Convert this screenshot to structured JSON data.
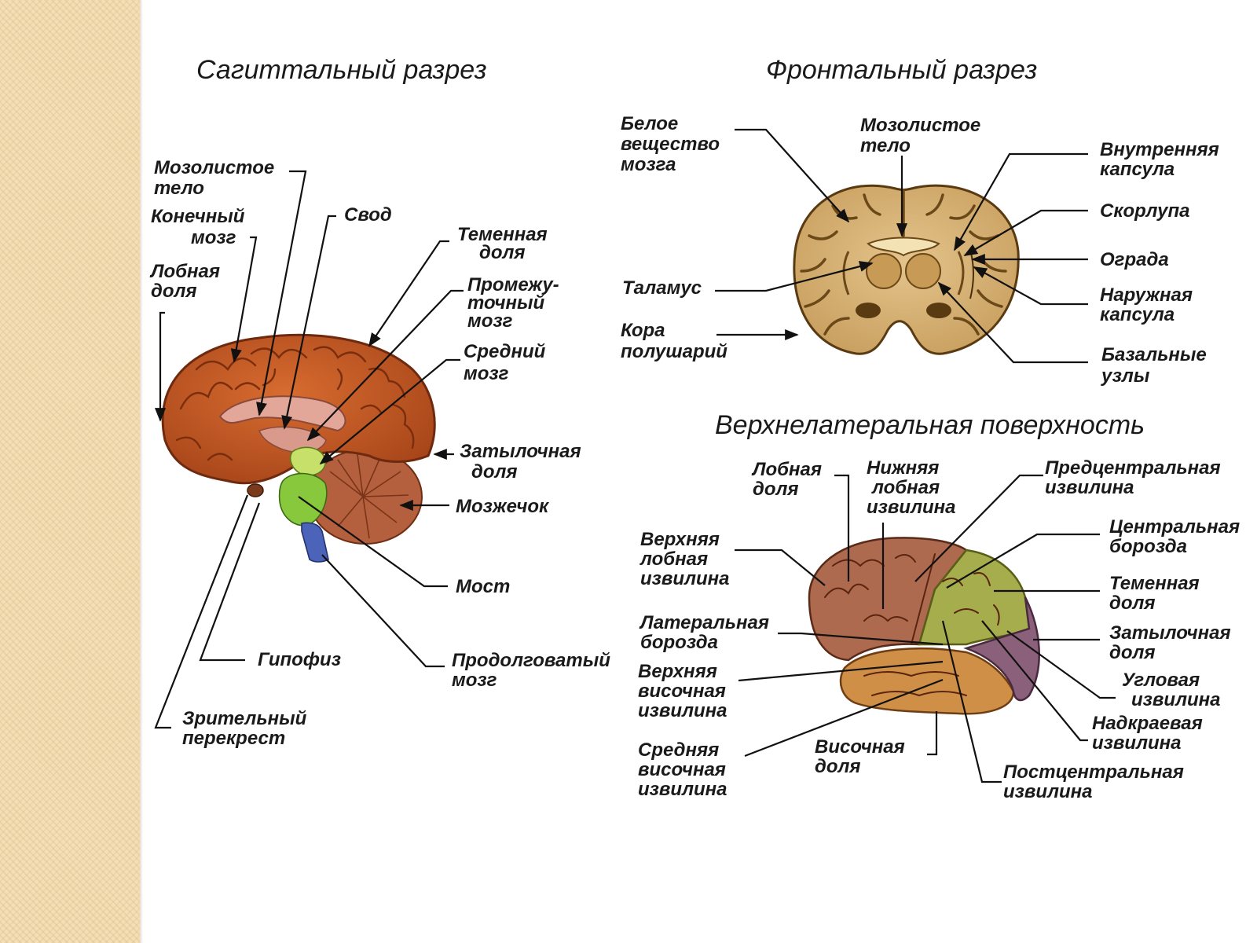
{
  "sagittal": {
    "title": "Сагиттальный разрез",
    "labels": {
      "corpus_callosum": [
        "Мозолистое",
        "тело"
      ],
      "telencephalon": [
        "Конечный",
        "мозг"
      ],
      "fornix": [
        "Свод"
      ],
      "frontal_lobe": [
        "Лобная",
        "доля"
      ],
      "parietal_lobe": [
        "Теменная",
        "доля"
      ],
      "diencephalon": [
        "Промежу-",
        "точный",
        "мозг"
      ],
      "midbrain": [
        "Средний",
        "мозг"
      ],
      "occipital_lobe": [
        "Затылочная",
        "доля"
      ],
      "cerebellum": [
        "Мозжечок"
      ],
      "pons": [
        "Мост"
      ],
      "pituitary": [
        "Гипофиз"
      ],
      "medulla": [
        "Продолговатый",
        "мозг"
      ],
      "optic_chiasm": [
        "Зрительный",
        "перекрест"
      ]
    }
  },
  "frontal": {
    "title": "Фронтальный разрез",
    "labels": {
      "white_matter": [
        "Белое",
        "вещество",
        "мозга"
      ],
      "corpus_callosum": [
        "Мозолистое",
        "тело"
      ],
      "internal_capsule": [
        "Внутренняя",
        "капсула"
      ],
      "putamen": [
        "Скорлупа"
      ],
      "claustrum": [
        "Ограда"
      ],
      "thalamus": [
        "Таламус"
      ],
      "external_capsule": [
        "Наружная",
        "капсула"
      ],
      "cortex": [
        "Кора",
        "полушарий"
      ],
      "basal_nuclei": [
        "Базальные",
        "узлы"
      ]
    }
  },
  "lateral": {
    "title": "Верхнелатеральная поверхность",
    "labels": {
      "frontal_lobe": [
        "Лобная",
        "доля"
      ],
      "inferior_frontal_gyrus": [
        "Нижняя",
        "лобная",
        "извилина"
      ],
      "precentral_gyrus": [
        "Предцентральная",
        "извилина"
      ],
      "superior_frontal_gyrus": [
        "Верхняя",
        "лобная",
        "извилина"
      ],
      "central_sulcus": [
        "Центральная",
        "борозда"
      ],
      "parietal_lobe": [
        "Теменная",
        "доля"
      ],
      "lateral_sulcus": [
        "Латеральная",
        "борозда"
      ],
      "occipital_lobe": [
        "Затылочная",
        "доля"
      ],
      "superior_temporal_gyrus": [
        "Верхняя",
        "височная",
        "извилина"
      ],
      "angular_gyrus": [
        "Угловая",
        "извилина"
      ],
      "supramarginal_gyrus": [
        "Надкраевая",
        "извилина"
      ],
      "middle_temporal_gyrus": [
        "Средняя",
        "височная",
        "извилина"
      ],
      "temporal_lobe": [
        "Височная",
        "доля"
      ],
      "postcentral_gyrus": [
        "Постцентральная",
        "извилина"
      ]
    }
  },
  "colors": {
    "background": "#ffffff",
    "side_strip": "#f4dfb6",
    "cerebrum": "#c45a24",
    "cerebellum": "#b4603e",
    "brainstem_green": "#88c83c",
    "medulla_blue": "#4b63b8",
    "section_tan": "#d6b27a",
    "section_dark": "#6b4818",
    "frontal_region": "#ad6a4f",
    "parietal_region": "#a6ad4c",
    "occipital_region": "#8a607a",
    "temporal_region": "#cf8f46"
  }
}
